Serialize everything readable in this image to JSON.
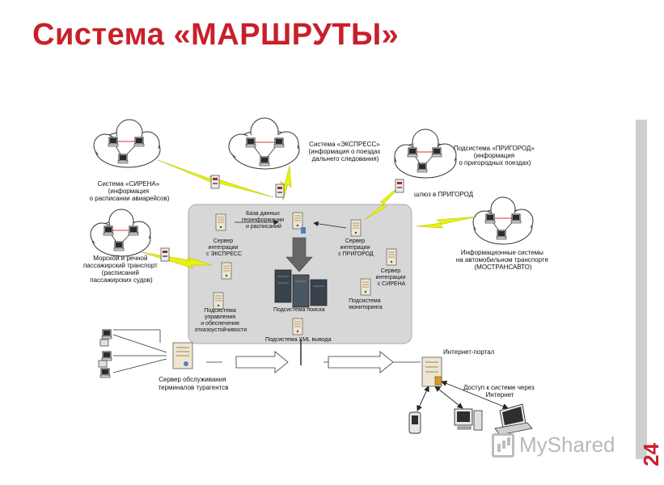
{
  "title": "Система «МАРШРУТЫ»",
  "page_number": "24",
  "watermark": "MyShared",
  "labels": {
    "sirena_system": [
      "Система «СИРЕНА»",
      "(информация",
      "о расписании авиарейсов)"
    ],
    "express_system": [
      "Система «ЭКСПРЕСС»",
      "(информация о поездах",
      "дальнего следования)"
    ],
    "prigorod_subsystem": [
      "Подсистема «ПРИГОРОД»",
      "(информация",
      "о пригородных поездах)"
    ],
    "gateway": "шлюз в ПРИГОРОД",
    "sea_river": [
      "Морской и речной",
      "пассажирский транспорт",
      "(расписаний",
      "пассажирских судов)"
    ],
    "info_systems": [
      "Информационные системы",
      "на автомобильном транспорте",
      "(МОСТРАНСАВТО)"
    ],
    "database": [
      "База данных",
      "геоинформации",
      "и расписаний"
    ],
    "server_express": [
      "Сервер",
      "интеграции",
      "с ЭКСПРЕСС"
    ],
    "server_prigorod": [
      "Сервер",
      "интеграции",
      "с ПРИГОРОД"
    ],
    "server_sirena": [
      "Сервер",
      "интеграции",
      "с СИРЕНА"
    ],
    "search_subsystem": "Подсистема поиска",
    "monitoring_subsystem": [
      "Подсистема",
      "мониторинга"
    ],
    "management_subsystem": [
      "Подсистема",
      "управления",
      "и обеспечения",
      "отказоустойчивости"
    ],
    "xml_subsystem": "Подсистема XML вывода",
    "terminal_server": [
      "Сервер обслуживания",
      "терминалов турагентсв"
    ],
    "internet_portal": "Интернет-портал",
    "internet_access": [
      "Доступ к системе через",
      "Интернет"
    ]
  },
  "colors": {
    "title": "#c8202a",
    "core_panel": "#d7d7d7",
    "lightning": "#e7f20f",
    "arrow": "#666666",
    "accent": "#c8202a"
  }
}
